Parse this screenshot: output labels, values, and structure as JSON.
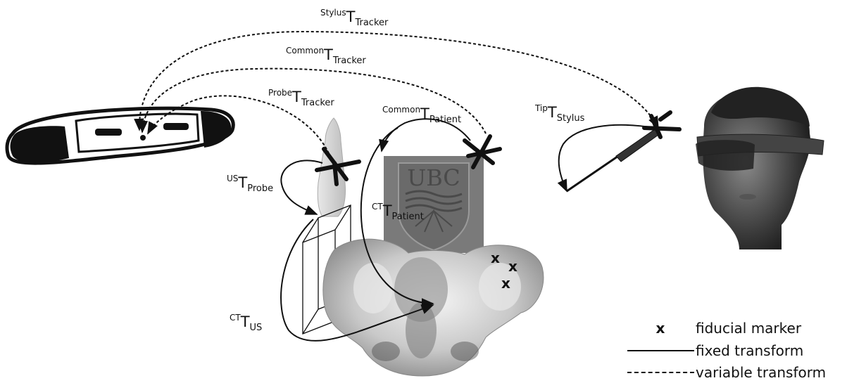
{
  "transforms": {
    "stylus_tracker": {
      "pre": "Stylus",
      "base": "T",
      "sub": "Tracker"
    },
    "common_tracker": {
      "pre": "Common",
      "base": "T",
      "sub": "Tracker"
    },
    "probe_tracker": {
      "pre": "Probe",
      "base": "T",
      "sub": "Tracker"
    },
    "common_patient": {
      "pre": "Common",
      "base": "T",
      "sub": "Patient"
    },
    "tip_stylus": {
      "pre": "Tip",
      "base": "T",
      "sub": "Stylus"
    },
    "us_probe": {
      "pre": "US",
      "base": "T",
      "sub": "Probe"
    },
    "ct_patient": {
      "pre": "CT",
      "base": "T",
      "sub": "Patient"
    },
    "ct_us": {
      "pre": "CT",
      "base": "T",
      "sub": "US"
    }
  },
  "shield_text": "UBC",
  "fiducial_symbol": "x",
  "legend": {
    "fiducial": {
      "symbol": "x",
      "label": "fiducial marker"
    },
    "fixed": {
      "label": "fixed transform"
    },
    "variable": {
      "label": "variable transform"
    }
  },
  "colors": {
    "ink": "#111111",
    "shield": "#7a7a7a",
    "bone": "#bdbdbd",
    "probe": "#d2d2d2"
  }
}
